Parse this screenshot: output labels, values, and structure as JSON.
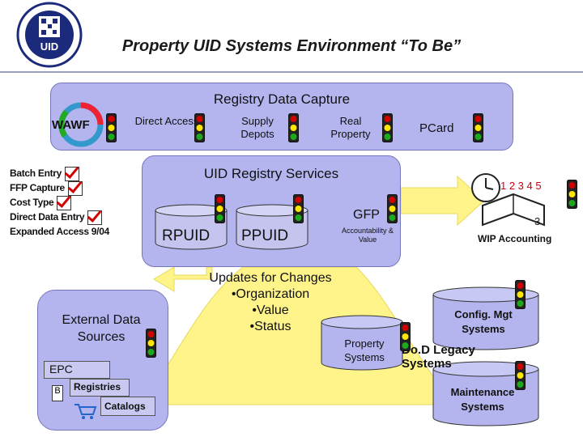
{
  "title": "Property UID Systems Environment “To Be”",
  "logo": {
    "text": "UID"
  },
  "registry_capture": {
    "title": "Registry Data Capture",
    "sources": [
      "WAWF",
      "Direct Access",
      "Supply Depots",
      "Real Property",
      "PCard"
    ]
  },
  "registry_services": {
    "title": "UID Registry Services",
    "databases": [
      "RPUID",
      "PPUID"
    ],
    "gfp": {
      "label": "GFP",
      "sublabel": "Accountability & Value"
    }
  },
  "capture_methods": [
    "Batch Entry",
    "FFP Capture",
    "Cost Type",
    "Direct Data Entry",
    "Expanded Access 9/04"
  ],
  "external": {
    "title": "External Data Sources",
    "items": [
      "EPC",
      "Registries",
      "Catalogs"
    ]
  },
  "updates": {
    "title": "Updates for Changes",
    "bullets": [
      "•Organization",
      "•Value",
      "•Status"
    ]
  },
  "wip": {
    "label": "WIP Accounting"
  },
  "legacy": {
    "property": "Property Systems",
    "dod": "Do.D Legacy Systems",
    "config": "Config. Mgt Systems",
    "maintenance": "Maintenance Systems"
  },
  "colors": {
    "panel": "#b4b4ee",
    "arrow": "#fff48a",
    "light_red": "#d40000",
    "light_yellow": "#ffe600",
    "light_green": "#1aaa1a"
  }
}
